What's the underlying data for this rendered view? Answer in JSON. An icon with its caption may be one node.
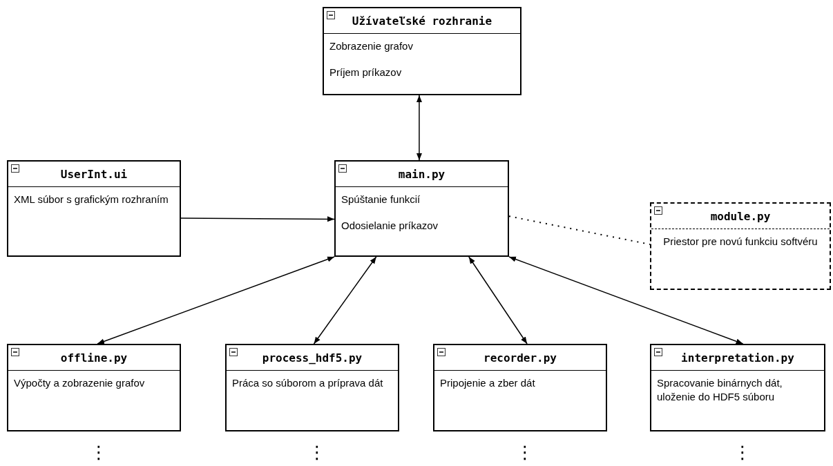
{
  "diagram": {
    "nodes": [
      {
        "text": [
          "Užívateľské rozhranie",
          "Zobrazenie grafov",
          "Príjem príkazov"
        ]
      },
      {
        "text": [
          "UserInt.ui",
          "XML súbor s grafickým rozhraním"
        ]
      },
      {
        "text": [
          "main.py",
          "Spúštanie funkcií",
          "Odosielanie príkazov"
        ]
      },
      {
        "text": [
          "module.py",
          "Priestor pre novú funkciu softvéru"
        ]
      },
      {
        "text": [
          "offline.py",
          "Výpočty a zobrazenie grafov"
        ],
        "beside": [
          "⋮"
        ]
      },
      {
        "text": [
          "process_hdf5.py",
          "Práca so súborom a príprava dát"
        ],
        "beside": [
          "⋮"
        ]
      },
      {
        "text": [
          "recorder.py",
          "Pripojenie a zber dát"
        ],
        "beside": [
          "⋮"
        ]
      },
      {
        "text": [
          "interpretation.py",
          "Spracovanie binárnych dát, uloženie do HDF5 súboru"
        ],
        "beside": [
          "⋮"
        ]
      }
    ],
    "edges": [
      {
        "from": 0,
        "to": 2,
        "arrow": "both"
      },
      {
        "from": 1,
        "to": 2,
        "arrow": "to"
      },
      {
        "from": 2,
        "to": 3,
        "arrow": "none",
        "style": "dashed"
      },
      {
        "from": 2,
        "to": 4,
        "arrow": "both"
      },
      {
        "from": 2,
        "to": 5,
        "arrow": "both"
      },
      {
        "from": 2,
        "to": 6,
        "arrow": "both"
      },
      {
        "from": 2,
        "to": 7,
        "arrow": "both"
      }
    ]
  }
}
